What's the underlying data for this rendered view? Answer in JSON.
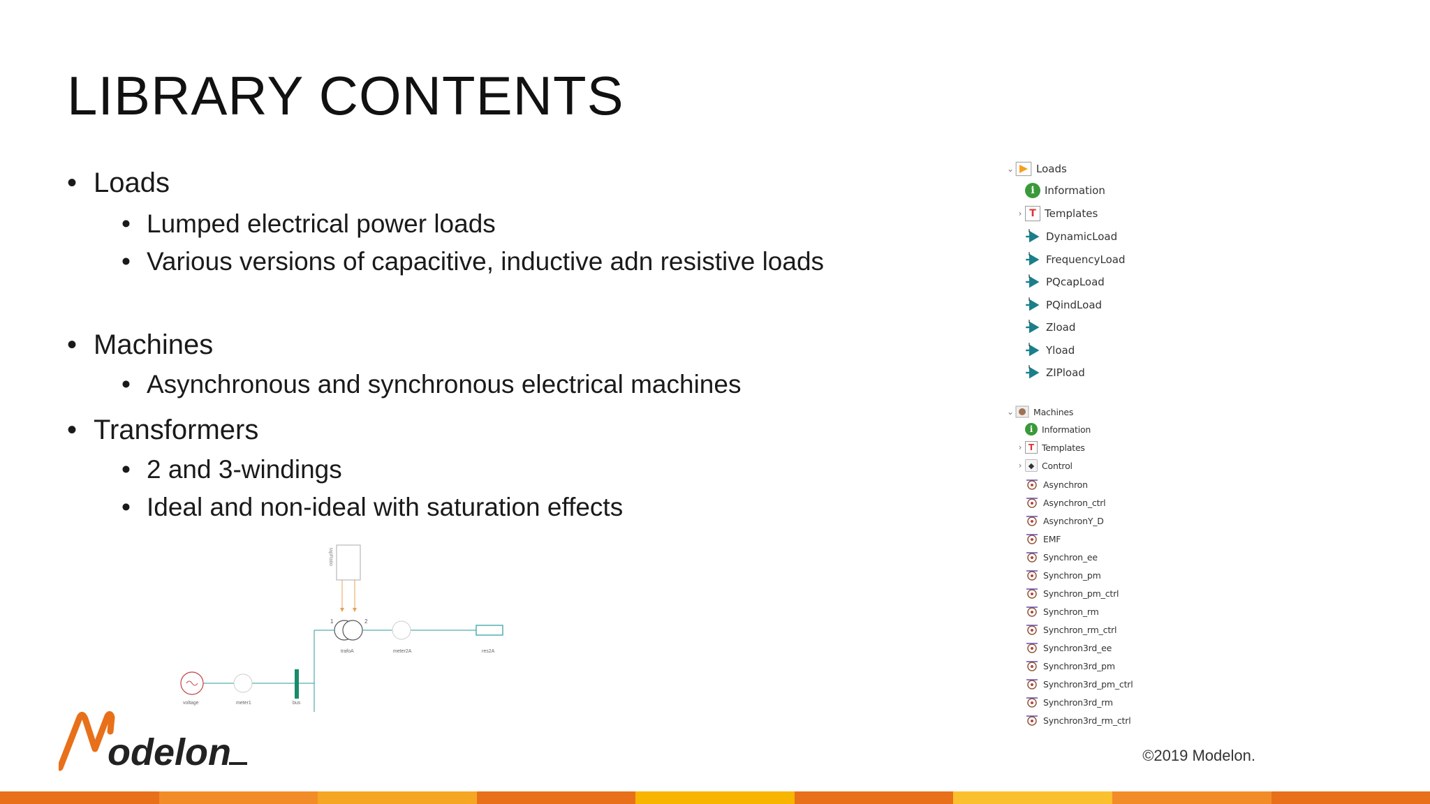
{
  "slide": {
    "title": "LIBRARY CONTENTS",
    "bullets": [
      {
        "text": "Loads",
        "subs": [
          "Lumped electrical power loads",
          "Various versions of capacitive, inductive adn resistive loads"
        ]
      },
      {
        "text": "Machines",
        "subs": [
          "Asynchronous and synchronous electrical machines"
        ]
      },
      {
        "text": "Transformers",
        "subs": [
          "2 and 3-windings",
          "Ideal and  non-ideal with saturation effects"
        ]
      }
    ],
    "bullet_glyph": "•"
  },
  "diagram": {
    "labels": [
      "voltage",
      "meter1",
      "bus",
      "trafoA",
      "meter2A",
      "res2A"
    ],
    "port_labels": [
      "1",
      "2"
    ]
  },
  "tree": {
    "loads": {
      "root": "Loads",
      "items": [
        "Information",
        "Templates",
        "DynamicLoad",
        "FrequencyLoad",
        "PQcapLoad",
        "PQindLoad",
        "Zload",
        "Yload",
        "ZIPload"
      ]
    },
    "machines": {
      "root": "Machines",
      "items": [
        "Information",
        "Templates",
        "Control",
        "Asynchron",
        "Asynchron_ctrl",
        "AsynchronY_D",
        "EMF",
        "Synchron_ee",
        "Synchron_pm",
        "Synchron_pm_ctrl",
        "Synchron_rm",
        "Synchron_rm_ctrl",
        "Synchron3rd_ee",
        "Synchron3rd_pm",
        "Synchron3rd_pm_ctrl",
        "Synchron3rd_rm",
        "Synchron3rd_rm_ctrl"
      ]
    }
  },
  "footer": {
    "logo_text": "Modelon",
    "copyright": "©2019 Modelon."
  },
  "colors": {
    "accent_orange": "#e8701a",
    "teal_icon": "#1a7f8a",
    "info_green": "#3a9a3a",
    "footer_segments": [
      "#e8701a",
      "#f28c28",
      "#f5a623",
      "#e8701a",
      "#f7b500",
      "#e8701a",
      "#fbc02d",
      "#f28c28",
      "#e8701a"
    ]
  },
  "icons": {
    "loads_root": "load-package-icon",
    "machines_root": "machine-package-icon",
    "info": "info-icon",
    "templates": "templates-icon",
    "load_model": "load-model-icon",
    "machine_model": "machine-model-icon",
    "control": "control-icon"
  }
}
